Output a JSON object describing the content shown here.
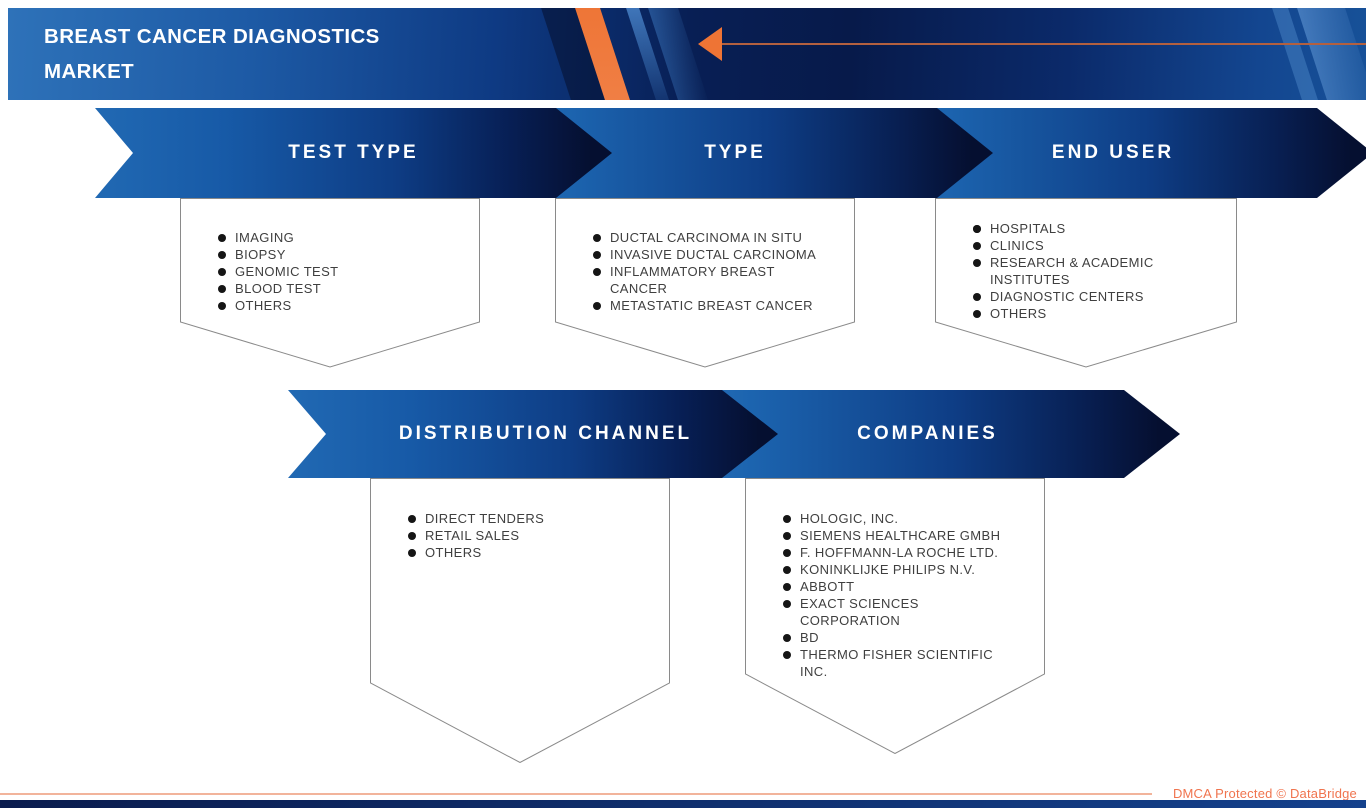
{
  "header": {
    "title": "BREAST CANCER DIAGNOSTICS\nMARKET"
  },
  "groups": [
    {
      "id": "test-type",
      "label": "TEST TYPE",
      "items": [
        "IMAGING",
        "BIOPSY",
        "GENOMIC TEST",
        "BLOOD TEST",
        "OTHERS"
      ]
    },
    {
      "id": "type",
      "label": "TYPE",
      "items": [
        "DUCTAL CARCINOMA IN SITU",
        "INVASIVE DUCTAL CARCINOMA",
        "INFLAMMATORY BREAST\nCANCER",
        "METASTATIC BREAST CANCER"
      ]
    },
    {
      "id": "end-user",
      "label": "END USER",
      "items": [
        "",
        "HOSPITALS",
        "CLINICS",
        "RESEARCH & ACADEMIC\nINSTITUTES",
        "DIAGNOSTIC CENTERS",
        "OTHERS"
      ]
    },
    {
      "id": "distribution-channel",
      "label": "DISTRIBUTION CHANNEL",
      "items": [
        "DIRECT TENDERS",
        "RETAIL SALES",
        "OTHERS"
      ]
    },
    {
      "id": "companies",
      "label": "COMPANIES",
      "items": [
        "HOLOGIC, INC.",
        "SIEMENS HEALTHCARE GMBH",
        "F. HOFFMANN-LA ROCHE LTD.",
        "KONINKLIJKE PHILIPS N.V.",
        "ABBOTT",
        "EXACT SCIENCES\nCORPORATION",
        "BD",
        "THERMO FISHER SCIENTIFIC\nINC."
      ]
    }
  ],
  "footer": {
    "dmca_text": "DMCA Protected © DataBridge"
  },
  "colors": {
    "accent_orange": "#EE7435",
    "banner_blue": "#1C64AF",
    "banner_navy": "#050F30",
    "footer_orange": "#F0744E",
    "outline_gray": "#8A8A8A"
  }
}
